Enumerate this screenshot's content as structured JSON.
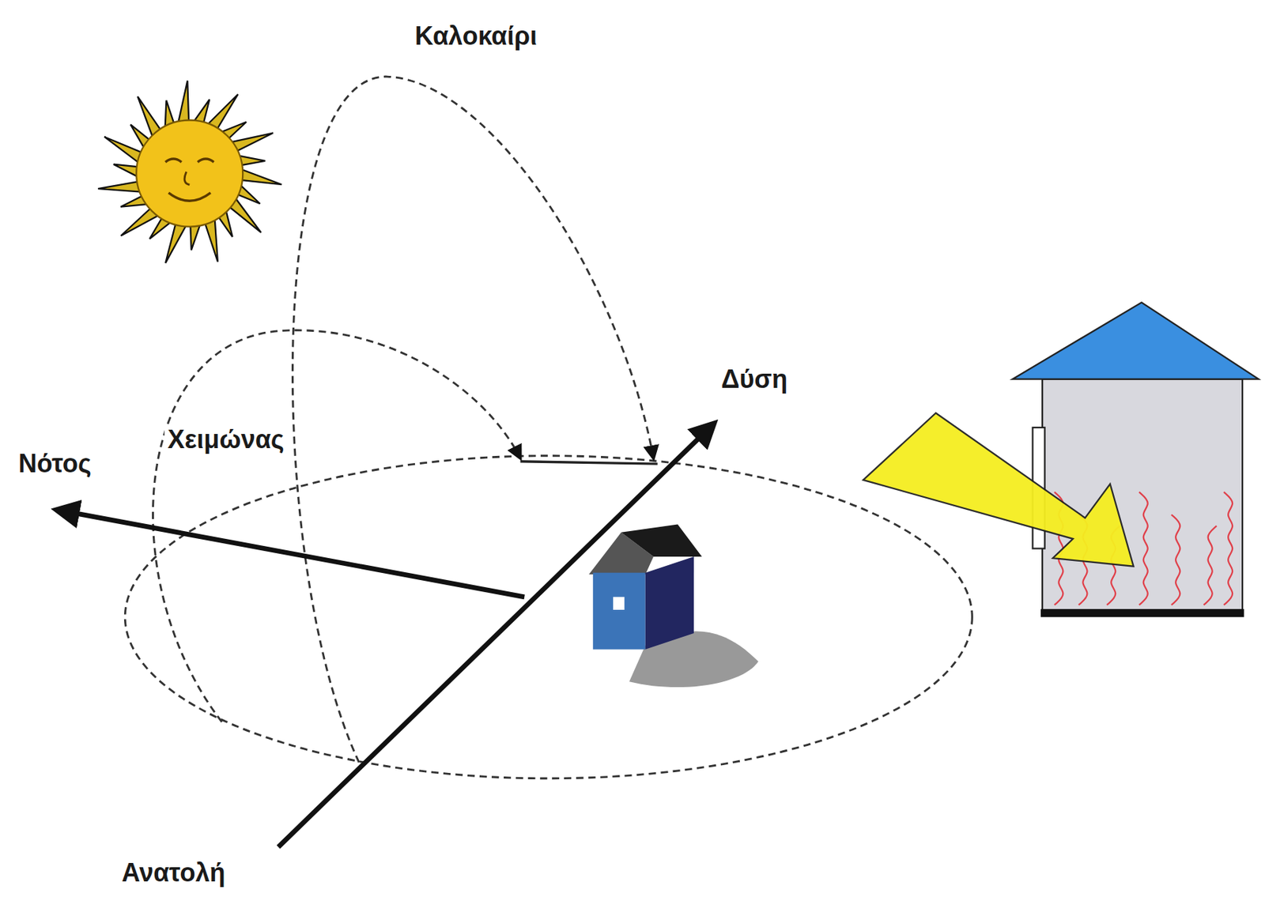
{
  "diagram": {
    "labels": [
      "Καλοκαίρι",
      "Χειμώνας",
      "Νότος",
      "Δύση",
      "Ανατολή"
    ]
  }
}
